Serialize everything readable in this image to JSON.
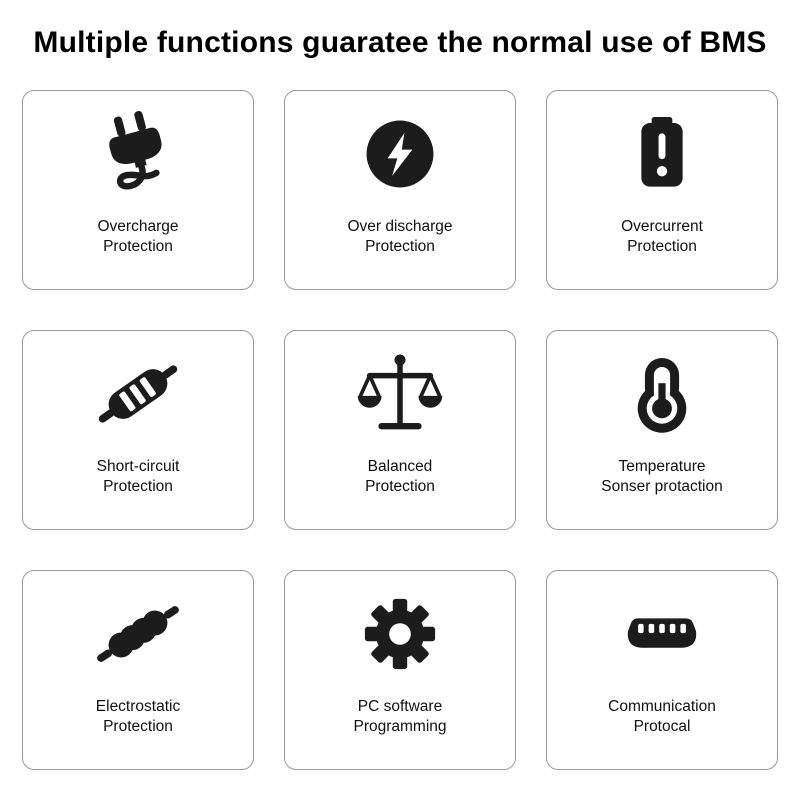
{
  "title": "Multiple functions guaratee the normal use of BMS",
  "cards": [
    {
      "icon": "plug-icon",
      "line1": "Overcharge",
      "line2": "Protection"
    },
    {
      "icon": "lightning-bolt-icon",
      "line1": "Over discharge",
      "line2": "Protection"
    },
    {
      "icon": "battery-alert-icon",
      "line1": "Overcurrent",
      "line2": "Protection"
    },
    {
      "icon": "resistor-icon",
      "line1": "Short-circuit",
      "line2": "Protection"
    },
    {
      "icon": "balance-scale-icon",
      "line1": "Balanced",
      "line2": "Protection"
    },
    {
      "icon": "thermometer-icon",
      "line1": "Temperature",
      "line2": "Sonser protaction"
    },
    {
      "icon": "electrostatic-resistor-icon",
      "line1": "Electrostatic",
      "line2": "Protection"
    },
    {
      "icon": "gear-icon",
      "line1": "PC software",
      "line2": "Programming"
    },
    {
      "icon": "mini-usb-icon",
      "line1": "Communication",
      "line2": "Protocal"
    }
  ],
  "colors": {
    "icon": "#1c1c1c",
    "card_border": "#999999",
    "text": "#111111",
    "background": "#ffffff"
  }
}
